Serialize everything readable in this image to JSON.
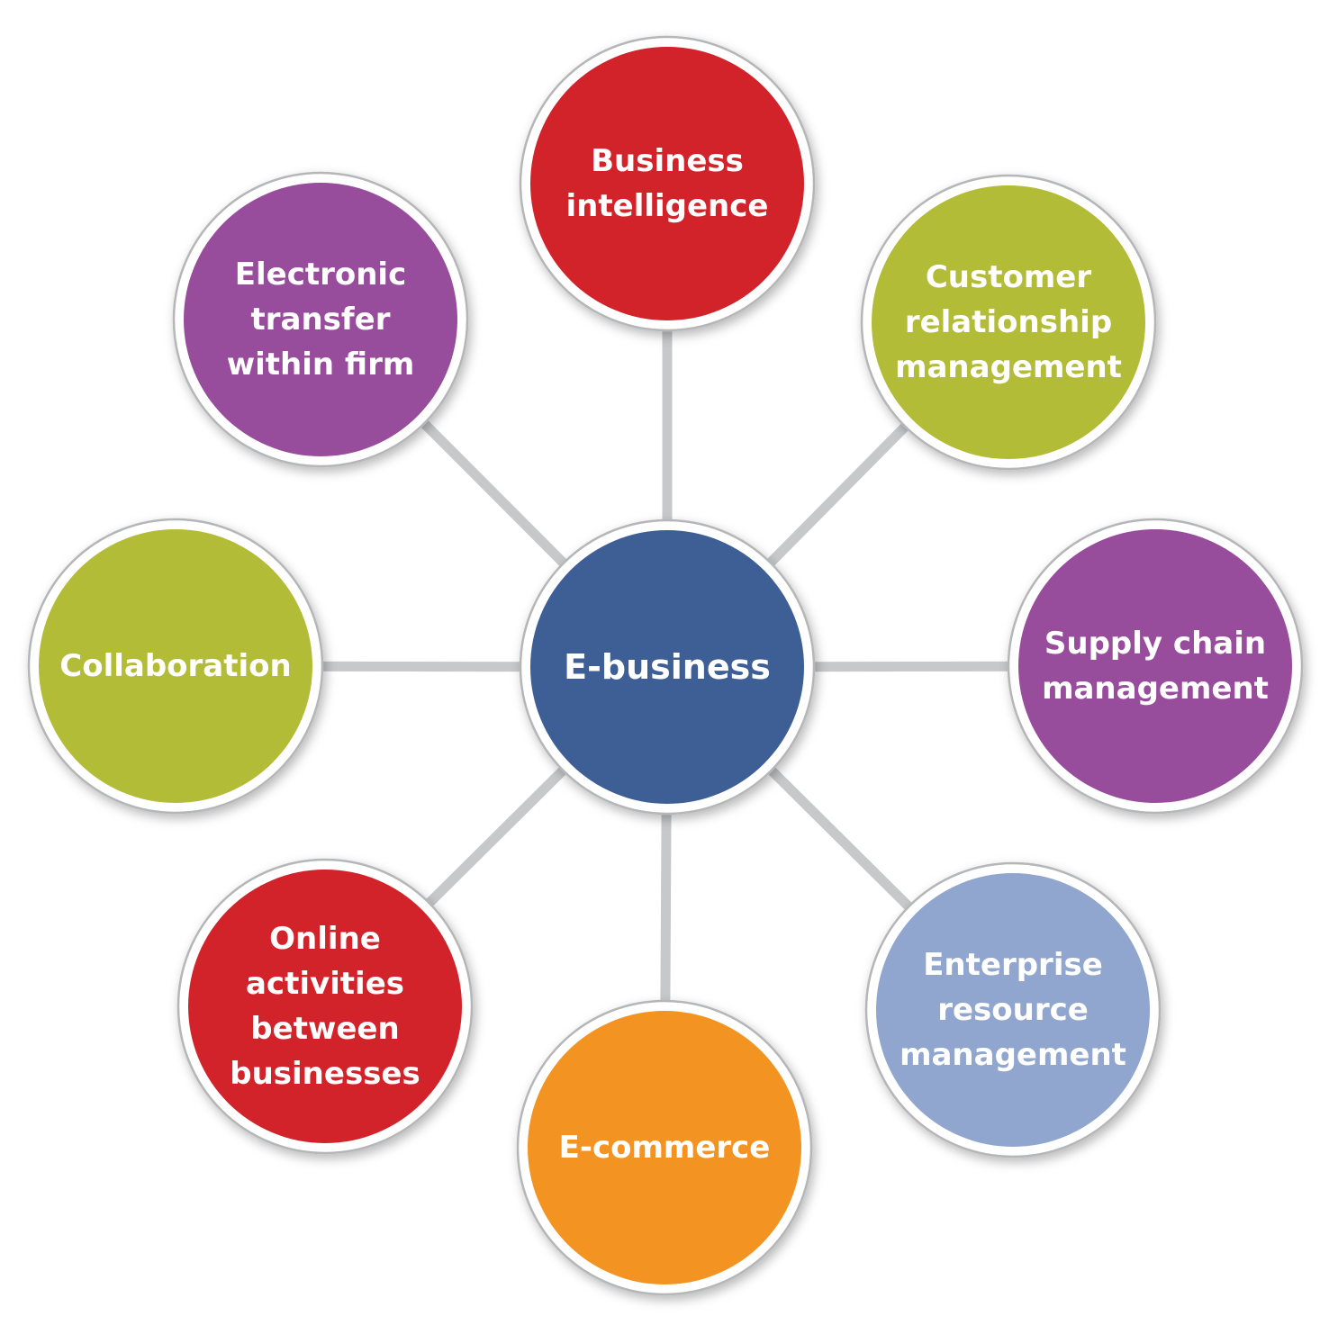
{
  "center": {
    "label": [
      "E-business"
    ],
    "color": "#3e5f96"
  },
  "nodes": [
    {
      "id": "business-intelligence",
      "label": [
        "Business",
        "intelligence"
      ],
      "color": "#d2232a"
    },
    {
      "id": "customer-relationship-management",
      "label": [
        "Customer",
        "relationship",
        "management"
      ],
      "color": "#b3bc36"
    },
    {
      "id": "supply-chain-management",
      "label": [
        "Supply chain",
        "management"
      ],
      "color": "#974c9c"
    },
    {
      "id": "enterprise-resource-management",
      "label": [
        "Enterprise",
        "resource",
        "management"
      ],
      "color": "#90a6ce"
    },
    {
      "id": "e-commerce",
      "label": [
        "E-commerce"
      ],
      "color": "#f39322"
    },
    {
      "id": "online-activities-between-businesses",
      "label": [
        "Online",
        "activities",
        "between",
        "businesses"
      ],
      "color": "#d2232a"
    },
    {
      "id": "collaboration",
      "label": [
        "Collaboration"
      ],
      "color": "#b3bc36"
    },
    {
      "id": "electronic-transfer-within-firm",
      "label": [
        "Electronic",
        "transfer",
        "within firm"
      ],
      "color": "#974c9c"
    }
  ]
}
